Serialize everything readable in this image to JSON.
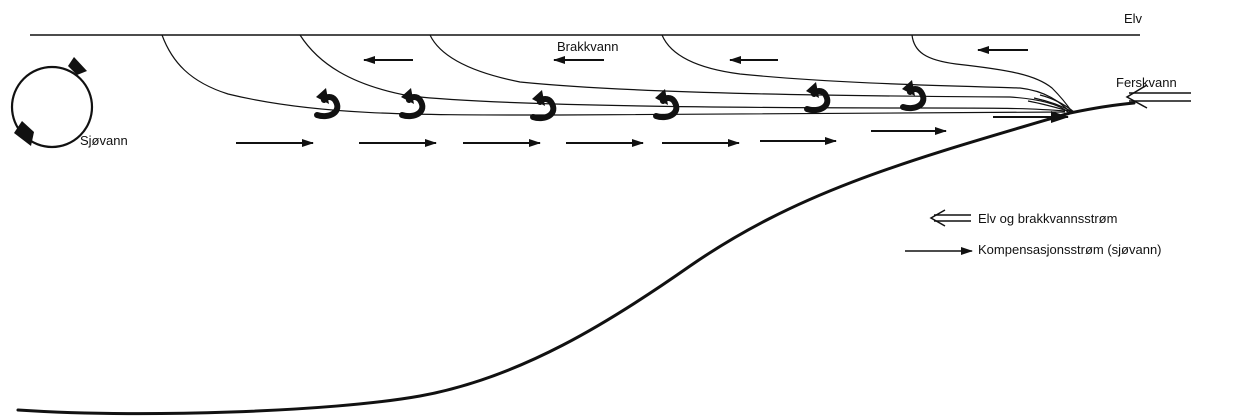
{
  "labels": {
    "river": "Elv",
    "brackish": "Brakkvann",
    "freshwater": "Ferskvann",
    "seawater": "Sjøvann"
  },
  "legend": {
    "river_and_brackish_current": "Elv og brakkvannsstrøm",
    "compensation_current": "Kompensasjonsstrøm (sjøvann)"
  },
  "icons": {
    "circulation": "circulation-cycle-icon",
    "surface_current": "left-arrow-icon",
    "compensation_current": "right-arrow-icon",
    "mixing": "vortex-icon"
  },
  "colors": {
    "ink": "#111111"
  }
}
